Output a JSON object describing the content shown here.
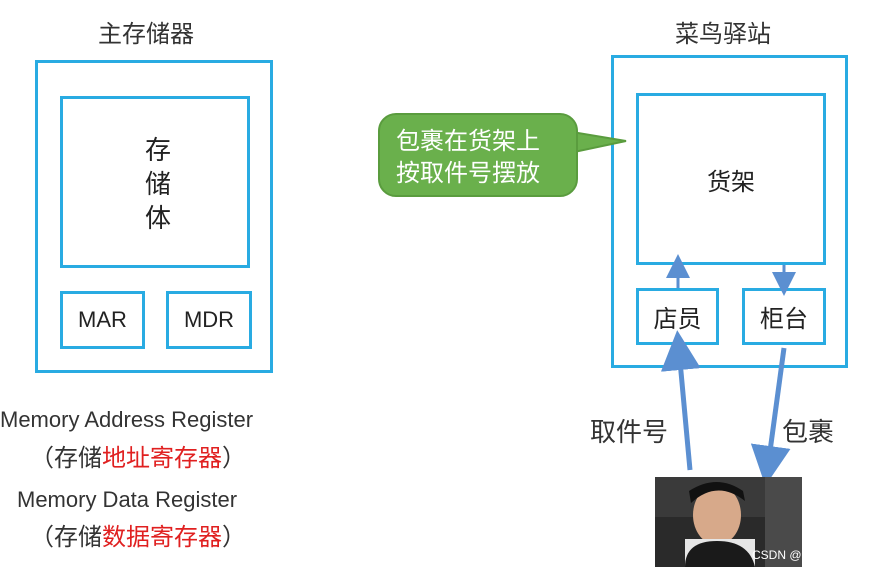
{
  "left": {
    "title": "主存储器",
    "storage_label_lines": [
      "存",
      "储",
      "体"
    ],
    "mar_label": "MAR",
    "mdr_label": "MDR"
  },
  "right": {
    "title": "菜鸟驿站",
    "shelf_label": "货架",
    "clerk_label": "店员",
    "counter_label": "柜台",
    "pickup_code_label": "取件号",
    "package_label": "包裹"
  },
  "callout": {
    "line1": "包裹在货架上",
    "line2": "按取件号摆放"
  },
  "definitions": {
    "mar_en": "Memory Address Register",
    "mar_cn_prefix": "（存储",
    "mar_cn_highlight": "地址寄存器",
    "mar_cn_suffix": "）",
    "mdr_en": "Memory Data Register",
    "mdr_cn_prefix": "（存储",
    "mdr_cn_highlight": "数据寄存器",
    "mdr_cn_suffix": "）"
  },
  "watermark": "CSDN @仔仔木",
  "colors": {
    "box_border": "#29abe2",
    "arrow": "#5b8fd1",
    "callout_fill": "#6ab04c",
    "highlight_red": "#e02020"
  }
}
